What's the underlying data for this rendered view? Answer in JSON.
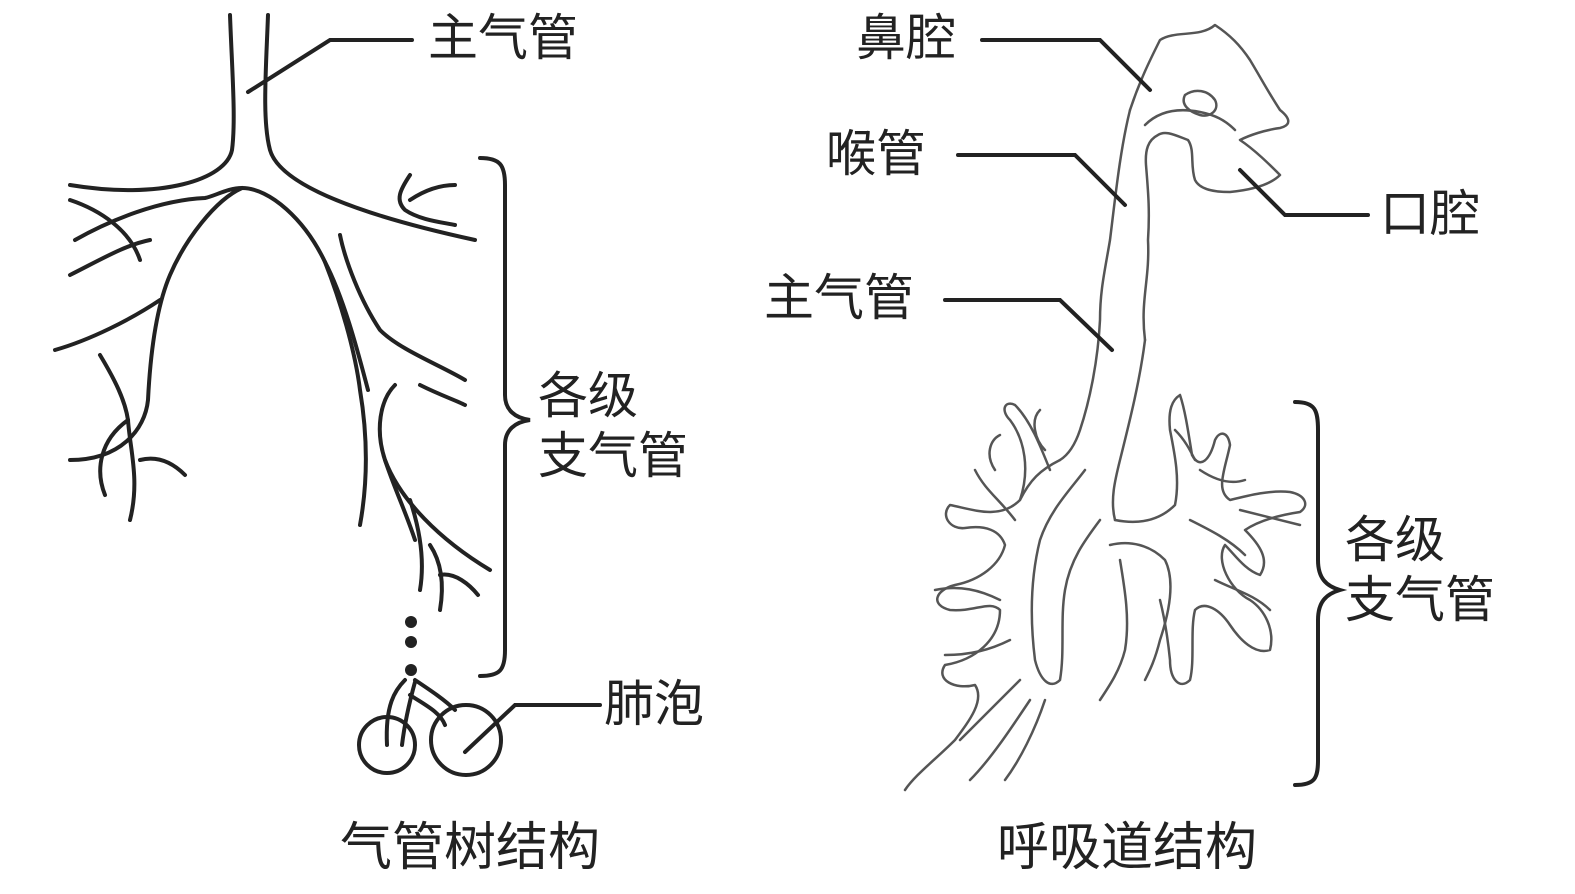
{
  "left_diagram": {
    "label_trachea": "主气管",
    "label_bronchi_line1": "各级",
    "label_bronchi_line2": "支气管",
    "label_alveoli": "肺泡",
    "caption": "气管树结构"
  },
  "right_diagram": {
    "label_nasal_cavity": "鼻腔",
    "label_larynx": "喉管",
    "label_trachea": "主气管",
    "label_oral_cavity": "口腔",
    "label_bronchi_line1": "各级",
    "label_bronchi_line2": "支气管",
    "caption": "呼吸道结构"
  },
  "colors": {
    "ink": "#222222",
    "outline": "#555555",
    "background": "#ffffff"
  }
}
